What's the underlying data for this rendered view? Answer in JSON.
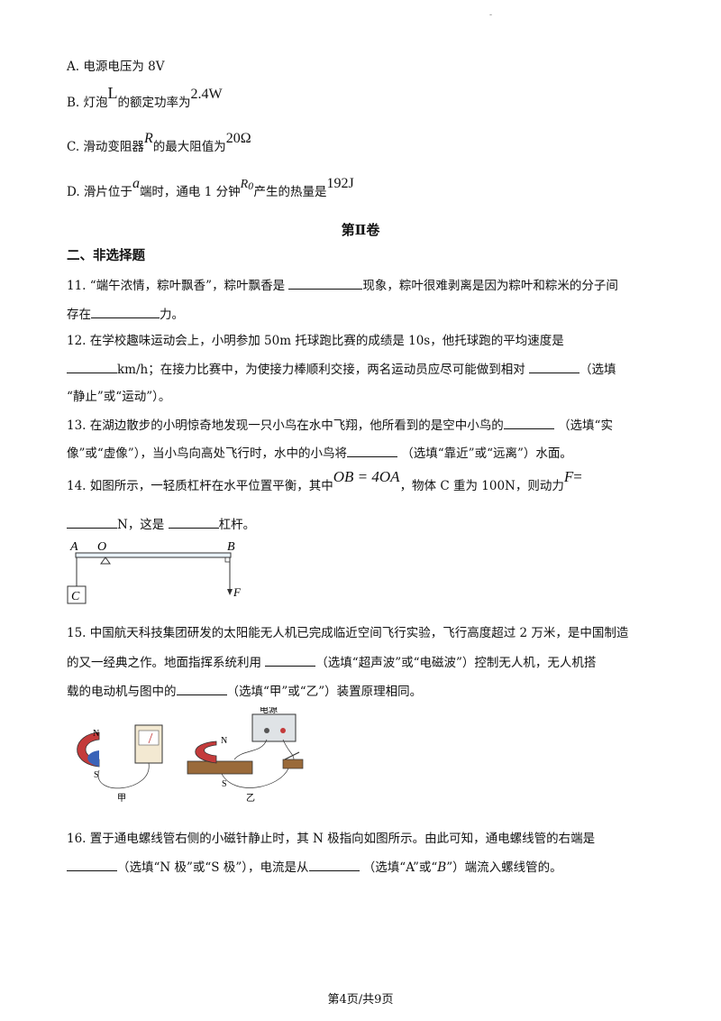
{
  "header_mark": "-",
  "options": {
    "A": "A. 电源电压为 8V",
    "B_prefix": "B. 灯泡",
    "B_sym": "L",
    "B_mid": "的额定功率为",
    "B_val": "2.4W",
    "C_prefix": "C. 滑动变阻器",
    "C_sym": "R",
    "C_mid": "的最大阻值为",
    "C_val": "20Ω",
    "D_prefix": "D. 滑片位于",
    "D_sym": "a",
    "D_mid": "端时，通电 1 分钟",
    "D_sym2": "R",
    "D_sub": "0",
    "D_mid2": "产生的热量是",
    "D_val": "192J"
  },
  "part_title": "第Ⅱ卷",
  "section_title": "二、非选择题",
  "q11": {
    "l1a": "11. “端午浓情，粽叶飘香”，粽叶飘香是",
    "l1b": "现象，粽叶很难剥离是因为粽叶和粽米的分子间",
    "l2a": "存在",
    "l2b": "力。"
  },
  "q12": {
    "l1": "12. 在学校趣味运动会上，小明参加 50m 托球跑比赛的成绩是 10s，他托球跑的平均速度是",
    "l2a": "km/h；在接力比赛中，为使接力棒顺利交接，两名运动员应尽可能做到相对",
    "l2b": "（选填",
    "l3": "“静止”或“运动”）。"
  },
  "q13": {
    "l1a": "13. 在湖边散步的小明惊奇地发现一只小鸟在水中飞翔，他所看到的是空中小鸟的",
    "l1b": "（选填“实",
    "l2a": "像”或“虚像”），当小鸟向高处飞行时，水中的小鸟将",
    "l2b": "（选填“靠近”或“远离”）水面。"
  },
  "q14": {
    "l1a": "14. 如图所示，一轻质杠杆在水平位置平衡，其中",
    "formula": "OB = 4OA",
    "l1b": "，物体 C 重为 100N，则动力",
    "F_sym": "F",
    "eq": "=",
    "l2a": "N，这是",
    "l2b": "杠杆。",
    "fig": {
      "A": "A",
      "O": "O",
      "B": "B",
      "C": "C",
      "F": "F"
    }
  },
  "q15": {
    "l1": "15. 中国航天科技集团研发的太阳能无人机已完成临近空间飞行实验，飞行高度超过 2 万米，是中国制造",
    "l2a": "的又一经典之作。地面指挥系统利用",
    "l2b": "（选填“超声波”或“电磁波”）控制无人机，无人机搭",
    "l3a": "载的电动机与图中的",
    "l3b": "（选填“甲”或“乙”）装置原理相同。",
    "fig": {
      "N1": "N",
      "S1": "S",
      "label1": "甲",
      "power": "电源",
      "N2": "N",
      "S2": "S",
      "label2": "乙"
    }
  },
  "q16": {
    "l1": "16. 置于通电螺线管右侧的小磁针静止时，其 N 极指向如图所示。由此可知，通电螺线管的右端是",
    "l2a": "（选填“N 极”或“S 极”），电流是从",
    "l2b": "（选填“",
    "A": "A",
    "l2c": "”或“",
    "B": "B",
    "l2d": "”）端流入螺线管的。"
  },
  "footer": "第4页/共9页"
}
